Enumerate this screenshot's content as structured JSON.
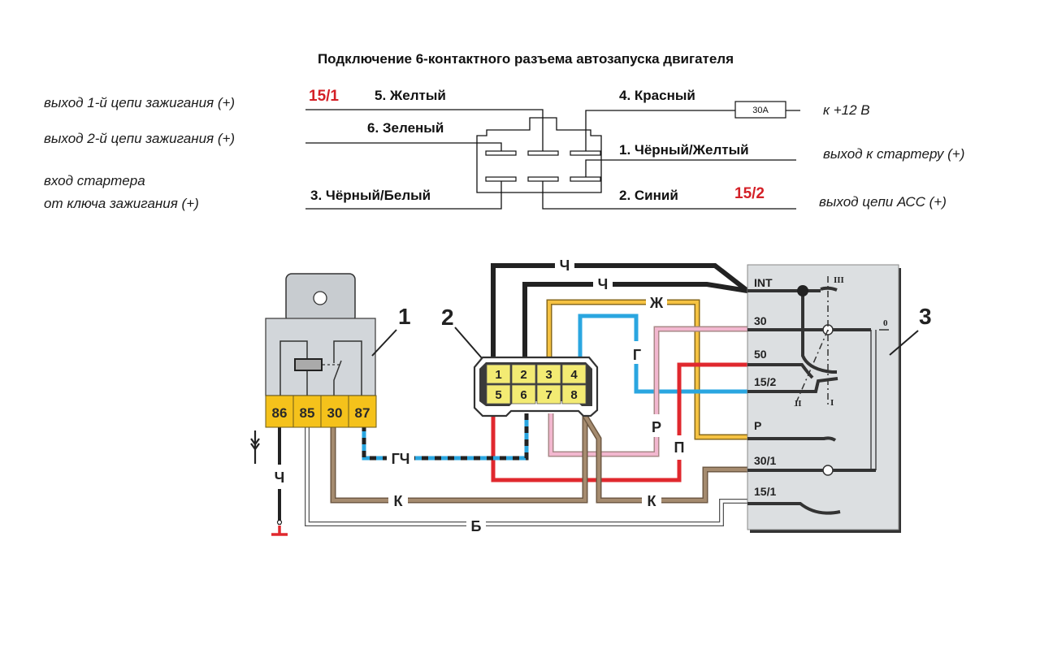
{
  "title": "Подключение 6-контактного разъема автозапуска двигателя",
  "top_schematic": {
    "left_labels": {
      "ign1_out": "выход 1-й цепи зажигания (+)",
      "ign2_out": "выход 2-й цепи зажигания (+)",
      "starter_in_line1": "вход стартера",
      "starter_in_line2": "от ключа зажигания (+)"
    },
    "right_labels": {
      "plus12": "к +12 В",
      "starter_out": "выход к стартеру (+)",
      "acc_out": "выход цепи АСС (+)"
    },
    "wires": {
      "w5": "5. Желтый",
      "w6": "6. Зеленый",
      "w3": "3. Чёрный/Белый",
      "w4": "4. Красный",
      "w1": "1. Чёрный/Желтый",
      "w2": "2. Синий"
    },
    "terminal_codes": {
      "t15_1": "15/1",
      "t15_2": "15/2"
    },
    "fuse_label": "30A"
  },
  "bottom_schematic": {
    "callouts": {
      "relay": "1",
      "connector": "2",
      "ignition_switch": "3"
    },
    "relay_pins": [
      "86",
      "85",
      "30",
      "87"
    ],
    "connector_pins": [
      "1",
      "2",
      "3",
      "4",
      "5",
      "6",
      "7",
      "8"
    ],
    "switch_terminals": [
      "INT",
      "30",
      "50",
      "15/2",
      "P",
      "30/1",
      "15/1"
    ],
    "switch_positions": {
      "p0": "0",
      "p1": "I",
      "p2": "II",
      "p3": "III"
    },
    "wire_codes": {
      "black_top": "Ч",
      "black_second": "Ч",
      "yellow": "Ж",
      "blue": "Г",
      "pink": "Р",
      "red": "П",
      "blue_black": "ГЧ",
      "brown_left": "К",
      "brown_right": "К",
      "white": "Б",
      "ground_black": "Ч"
    },
    "wire_colors": {
      "black": "#2b2b2b",
      "yellow": "#f5c242",
      "blue": "#2aa6e0",
      "pink": "#f2b7cf",
      "red": "#e0282e",
      "brown": "#a58b6f",
      "white": "#ffffff",
      "ground": "#e0282e"
    },
    "block_colors": {
      "relay_body": "#cfd3d6",
      "relay_pins": "#f5c21b",
      "connector_cells": "#f3eb73",
      "switch_body": "#dcdfe1"
    }
  }
}
